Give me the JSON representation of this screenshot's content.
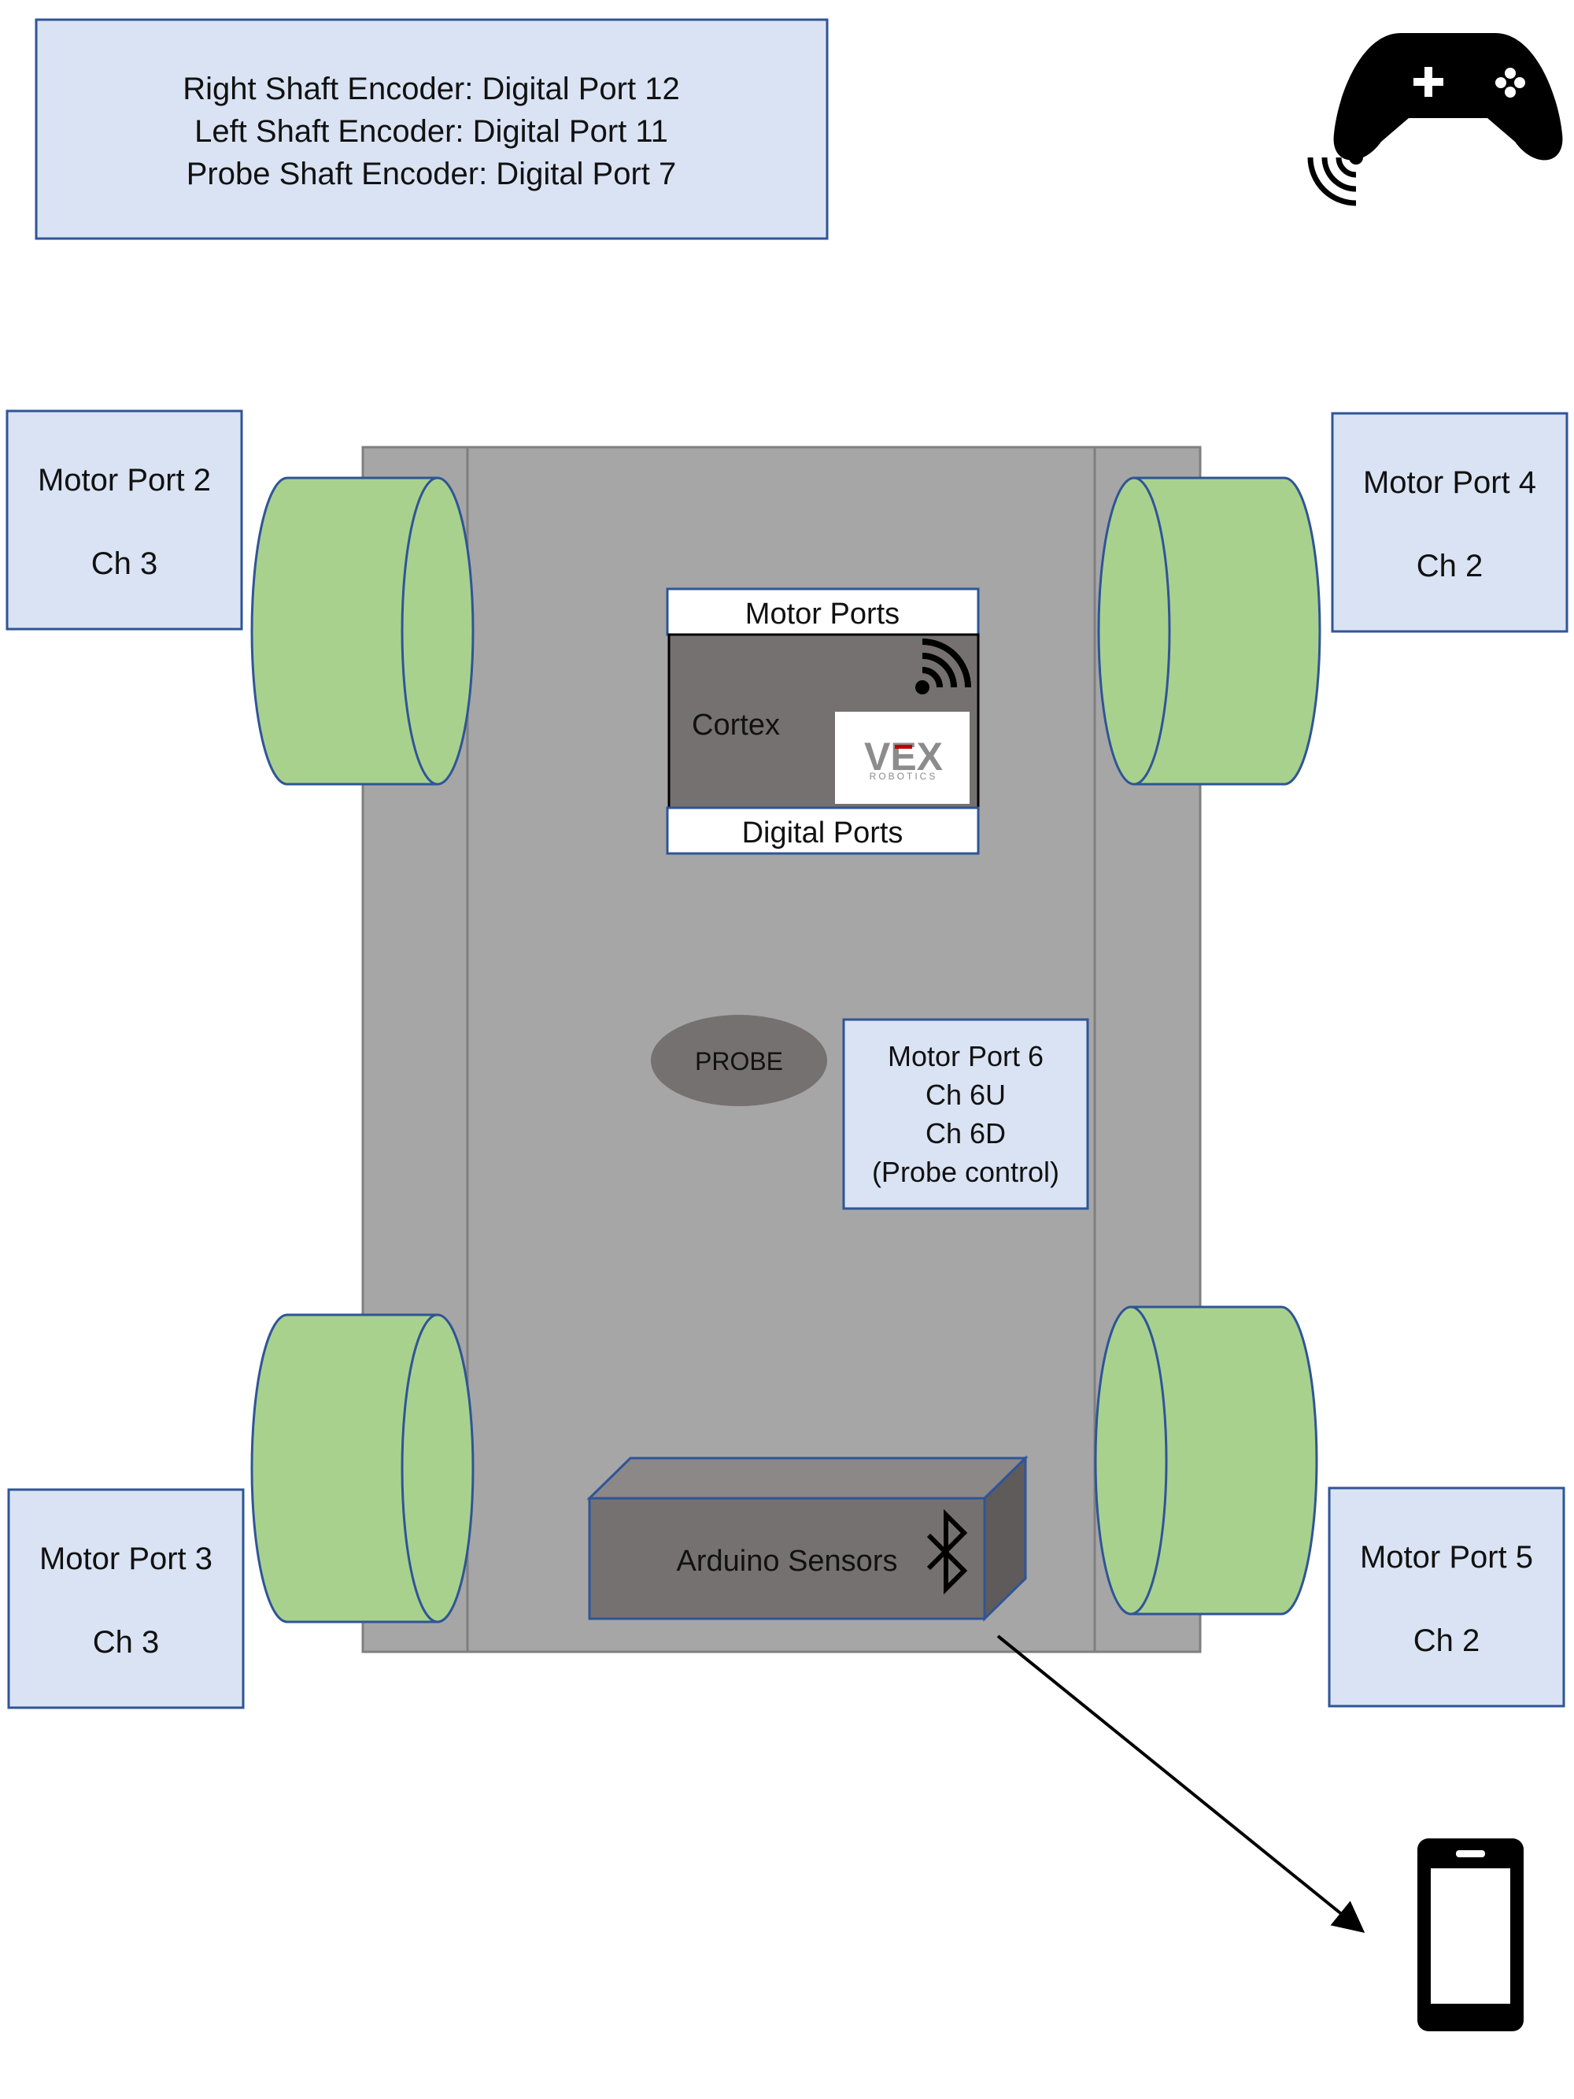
{
  "colors": {
    "label_box_fill": "#dae3f3",
    "label_box_stroke": "#2f5597",
    "chassis_fill": "#a6a6a6",
    "chassis_stroke": "#7f7f7f",
    "wheel_fill": "#a9d18e",
    "wheel_stroke": "#2f5597",
    "module_fill": "#767171",
    "module_top": "#8c8888",
    "module_side": "#5f5b5b",
    "vex_red": "#c00000",
    "vex_gray": "#8c8c8c"
  },
  "encoders": {
    "lines": [
      "Right Shaft Encoder: Digital Port 12",
      "Left Shaft Encoder: Digital Port 11",
      "Probe Shaft Encoder: Digital Port 7"
    ]
  },
  "motors": {
    "front_left": {
      "port": "Motor Port 2",
      "channel": "Ch 3"
    },
    "front_right": {
      "port": "Motor Port 4",
      "channel": "Ch 2"
    },
    "rear_left": {
      "port": "Motor Port 3",
      "channel": "Ch 3"
    },
    "rear_right": {
      "port": "Motor Port 5",
      "channel": "Ch 2"
    },
    "probe": {
      "lines": [
        "Motor Port 6",
        "Ch 6U",
        "Ch 6D",
        "(Probe control)"
      ]
    }
  },
  "cortex": {
    "top_label": "Motor Ports",
    "name": "Cortex",
    "bottom_label": "Digital Ports",
    "logo_text": "VEX",
    "logo_subtext": "ROBOTICS"
  },
  "probe": {
    "label": "PROBE"
  },
  "arduino": {
    "label": "Arduino Sensors"
  },
  "icons": [
    "gamepad-icon",
    "wireless-signal-icon",
    "wifi-icon",
    "bluetooth-icon",
    "smartphone-icon"
  ]
}
